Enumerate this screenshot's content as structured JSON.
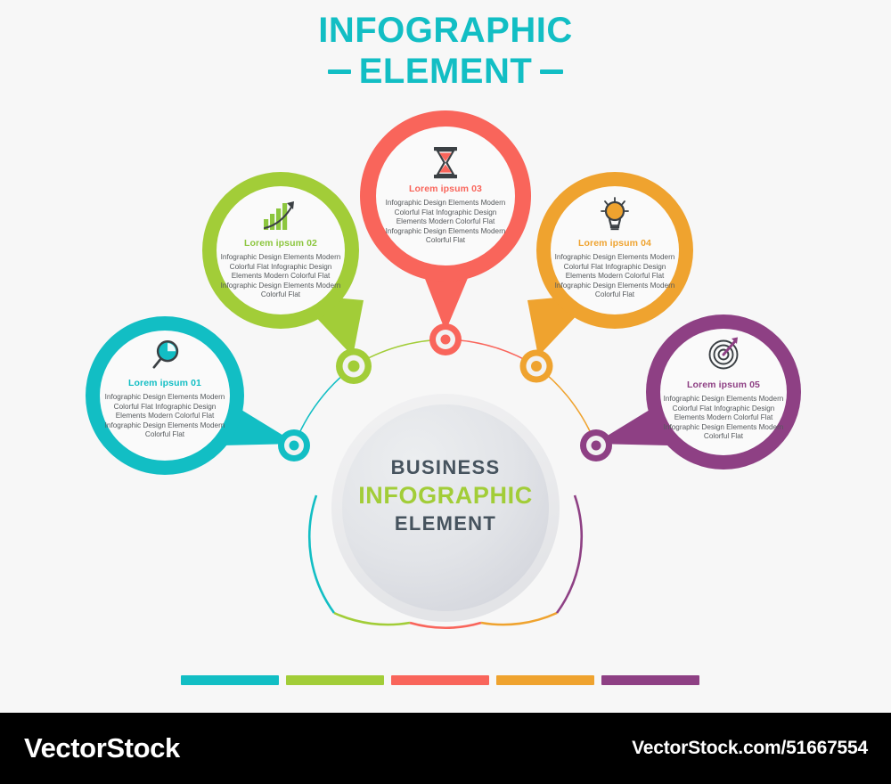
{
  "header": {
    "line1": "INFOGRAPHIC",
    "line2": "ELEMENT",
    "accent_color": "#12bec4"
  },
  "center": {
    "line1": "BUSINESS",
    "line2": "INFOGRAPHIC",
    "line3": "ELEMENT",
    "line1_color": "#46535e",
    "line2_color": "#a2cd38",
    "line3_color": "#46535e"
  },
  "body_text": "Infographic Design Elements Modern Colorful Flat Infographic Design Elements Modern Colorful Flat Infographic Design Elements Modern Colorful Flat",
  "steps": [
    {
      "id": "01",
      "title": "Lorem ipsum 01",
      "body": "Infographic Design Elements Modern Colorful Flat Infographic Design Elements Modern Colorful Flat Infographic Design Elements Modern Colorful Flat",
      "color": "#12bec4",
      "icon": "magnifier-icon"
    },
    {
      "id": "02",
      "title": "Lorem ipsum 02",
      "body": "Infographic Design Elements Modern Colorful Flat Infographic Design Elements Modern Colorful Flat Infographic Design Elements Modern Colorful Flat",
      "color": "#a2cd38",
      "icon": "growth-chart-icon"
    },
    {
      "id": "03",
      "title": "Lorem ipsum 03",
      "body": "Infographic Design Elements Modern Colorful Flat Infographic Design Elements Modern Colorful Flat Infographic Design Elements Modern Colorful Flat",
      "color": "#f9655b",
      "icon": "hourglass-icon"
    },
    {
      "id": "04",
      "title": "Lorem ipsum 04",
      "body": "Infographic Design Elements Modern Colorful Flat Infographic Design Elements Modern Colorful Flat Infographic Design Elements Modern Colorful Flat",
      "color": "#efa32f",
      "icon": "lightbulb-icon"
    },
    {
      "id": "05",
      "title": "Lorem ipsum 05",
      "body": "Infographic Design Elements Modern Colorful Flat Infographic Design Elements Modern Colorful Flat Infographic Design Elements Modern Colorful Flat",
      "color": "#8e4084",
      "icon": "target-icon"
    }
  ],
  "bottom_bars": [
    {
      "color": "#12bec4"
    },
    {
      "color": "#a2cd38"
    },
    {
      "color": "#f9655b"
    },
    {
      "color": "#efa32f"
    },
    {
      "color": "#8e4084"
    }
  ],
  "footer": {
    "brand": "VectorStock",
    "url": "VectorStock.com/51667554"
  }
}
